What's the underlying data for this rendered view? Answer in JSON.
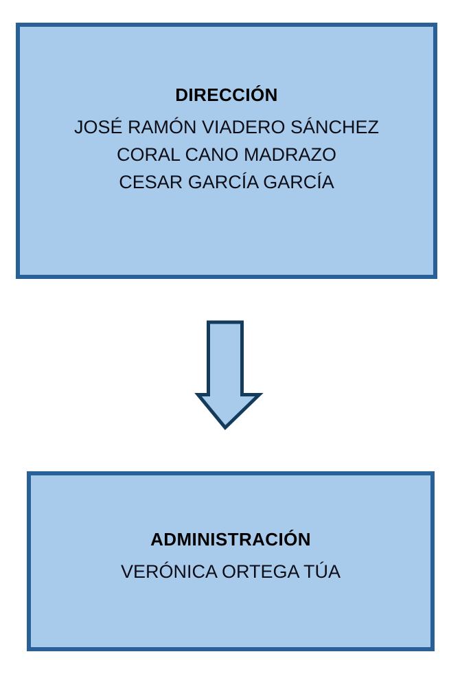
{
  "diagram": {
    "type": "organizational-flow",
    "orientation": "vertical",
    "colors": {
      "box_fill": "#a8cbec",
      "box_border": "#2a6098",
      "arrow_fill": "#a8cbec",
      "arrow_border": "#123b5c",
      "text": "#000000",
      "background": "#ffffff"
    },
    "nodes": [
      {
        "id": "direccion",
        "title": "DIRECCIÓN",
        "members": [
          "JOSÉ RAMÓN VIADERO SÁNCHEZ",
          "CORAL CANO MADRAZO",
          "CESAR GARCÍA GARCÍA"
        ]
      },
      {
        "id": "administracion",
        "title": "ADMINISTRACIÓN",
        "members": [
          "VERÓNICA ORTEGA TÚA"
        ]
      }
    ],
    "connector": {
      "shape": "down-block-arrow",
      "from": "direccion",
      "to": "administracion"
    }
  }
}
